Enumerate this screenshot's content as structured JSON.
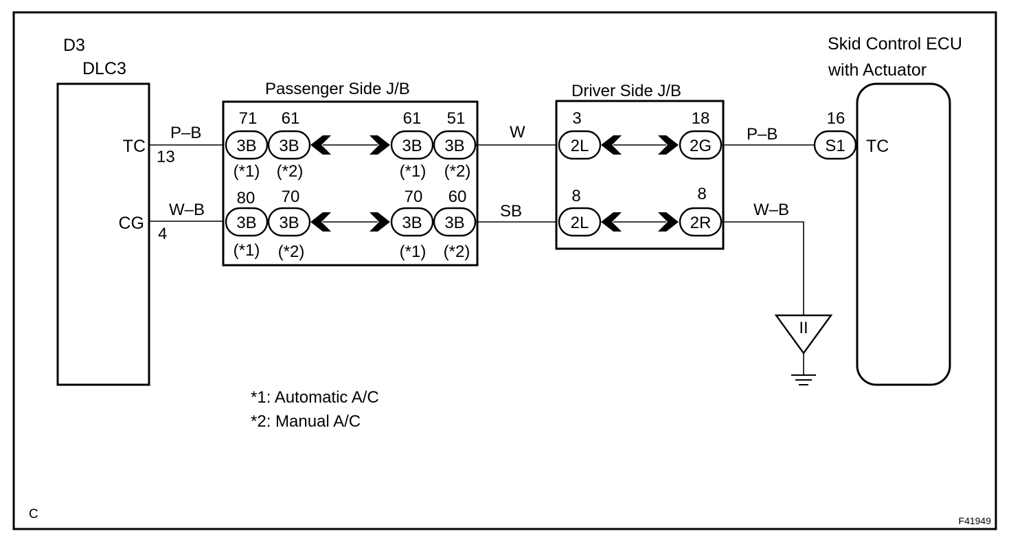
{
  "dlc3": {
    "code": "D3",
    "name": "DLC3",
    "pin_tc": "TC",
    "pin_cg": "CG",
    "tc_number": "13",
    "cg_number": "4"
  },
  "passenger_jb": {
    "title": "Passenger Side J/B",
    "top_numbers": [
      "71",
      "61",
      "61",
      "51"
    ],
    "bottom_numbers": [
      "80",
      "70",
      "70",
      "60"
    ],
    "connector_label": "3B",
    "notes": [
      "(*1)",
      "(*2)",
      "(*1)",
      "(*2)"
    ]
  },
  "driver_jb": {
    "title": "Driver Side J/B",
    "top_left_number": "3",
    "top_right_number": "18",
    "bottom_left_number": "8",
    "bottom_right_number": "8",
    "top_left_label": "2L",
    "top_right_label": "2G",
    "bottom_left_label": "2L",
    "bottom_right_label": "2R"
  },
  "ecu": {
    "name_line1": "Skid Control ECU",
    "name_line2": "with Actuator",
    "pin_number": "16",
    "connector_label": "S1",
    "pin_tc": "TC"
  },
  "wires": {
    "dlc_tc": "P–B",
    "dlc_cg": "W–B",
    "jb_top": "W",
    "jb_bottom": "SB",
    "ecu_tc": "P–B",
    "ground": "W–B"
  },
  "ground_point": {
    "label": "II"
  },
  "legend": {
    "line1": "*1: Automatic A/C",
    "line2": "*2: Manual A/C"
  },
  "corner_letter": "C",
  "figure_id": "F41949"
}
